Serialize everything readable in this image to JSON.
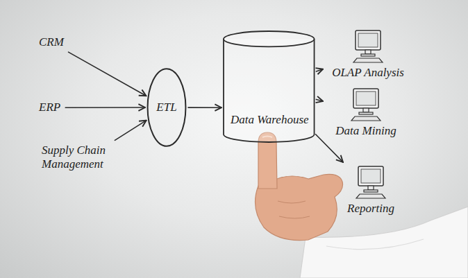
{
  "diagram": {
    "nodes": [
      {
        "text": [
          "CRM"
        ]
      },
      {
        "text": [
          "ERP"
        ]
      },
      {
        "text": [
          "Supply Chain Management"
        ]
      },
      {
        "text": [
          "ETL"
        ]
      },
      {
        "text": [
          "Data Warehouse"
        ]
      },
      {
        "text": [
          "OLAP Analysis"
        ]
      },
      {
        "text": [
          "Data Mining"
        ]
      },
      {
        "text": [
          "Reporting"
        ]
      }
    ],
    "edges": [
      {
        "from": 0,
        "to": 3,
        "arrow": "to"
      },
      {
        "from": 1,
        "to": 3,
        "arrow": "to"
      },
      {
        "from": 2,
        "to": 3,
        "arrow": "to"
      },
      {
        "from": 3,
        "to": 4,
        "arrow": "to"
      },
      {
        "from": 4,
        "to": 5,
        "arrow": "to"
      },
      {
        "from": 4,
        "to": 6,
        "arrow": "to"
      },
      {
        "from": 4,
        "to": 7,
        "arrow": "to"
      }
    ]
  }
}
